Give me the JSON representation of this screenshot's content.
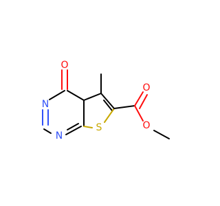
{
  "molecule": {
    "name": "",
    "atoms": [
      {
        "label": "O",
        "color": "#ff0d0d"
      },
      {
        "label": "N",
        "color": "#3050f8"
      },
      {
        "label": "N",
        "color": "#3050f8"
      },
      {
        "label": "S",
        "color": "#c8a800"
      },
      {
        "label": "O",
        "color": "#ff0d0d"
      },
      {
        "label": "O",
        "color": "#ff0d0d"
      }
    ]
  }
}
